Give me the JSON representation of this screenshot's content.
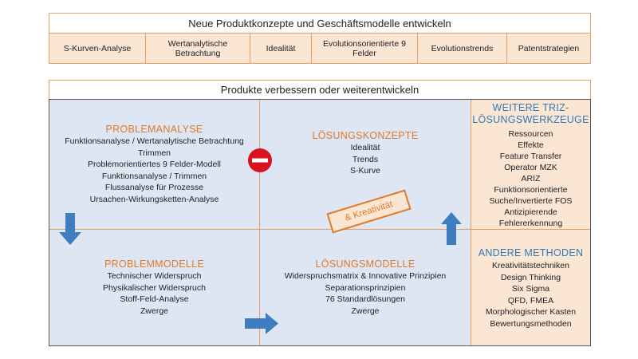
{
  "top": {
    "title": "Neue Produktkonzepte und Geschäftsmodelle entwickeln",
    "cells": [
      "S-Kurven-Analyse",
      "Wertanalytische Betrachtung",
      "Idealität",
      "Evolutionsorientierte 9 Felder",
      "Evolutionstrends",
      "Patentstrategien"
    ]
  },
  "middle": {
    "title": "Produkte verbessern oder weiterentwickeln"
  },
  "problemanalyse": {
    "heading": "PROBLEMANALYSE",
    "items": [
      "Funktionsanalyse / Wertanalytische Betrachtung",
      "Trimmen",
      "Problemorientiertes 9 Felder-Modell",
      "Funktionsanalyse / Trimmen",
      "Flussanalyse für Prozesse",
      "Ursachen-Wirkungsketten-Analyse"
    ]
  },
  "loesungskonzepte": {
    "heading": "LÖSUNGSKONZEPTE",
    "items": [
      "Idealität",
      "Trends",
      "S-Kurve"
    ]
  },
  "problemmodelle": {
    "heading": "PROBLEMMODELLE",
    "items": [
      "Technischer Widerspruch",
      "Physikalischer Widerspruch",
      "Stoff-Feld-Analyse",
      "Zwerge"
    ]
  },
  "loesungsmodelle": {
    "heading": "LÖSUNGSMODELLE",
    "items": [
      "Widerspruchsmatrix & Innovative Prinzipien",
      "Separationsprinzipien",
      "76 Standardlösungen",
      "Zwerge"
    ]
  },
  "weitere": {
    "heading_line1": "WEITERE TRIZ-",
    "heading_line2": "LÖSUNGSWERKZEUGE",
    "items": [
      "Ressourcen",
      "Effekte",
      "Feature Transfer",
      "Operator MZK",
      "ARIZ",
      "Funktionsorientierte",
      "Suche/Invertierte FOS",
      "Antizipierende",
      "Fehlererkennung"
    ]
  },
  "andere": {
    "heading": "ANDERE METHODEN",
    "items": [
      "Kreativitätstechniken",
      "Design Thinking",
      "Six Sigma",
      "QFD, FMEA",
      "Morphologischer Kasten",
      "Bewertungsmethoden"
    ]
  },
  "stamp": "& Kreativität",
  "colors": {
    "orange": "#e07a2a",
    "blue": "#2f7ab8",
    "blue_bg": "#dde6f2",
    "orange_bg": "#fbe6d4",
    "no_entry_red": "#d9121f"
  }
}
